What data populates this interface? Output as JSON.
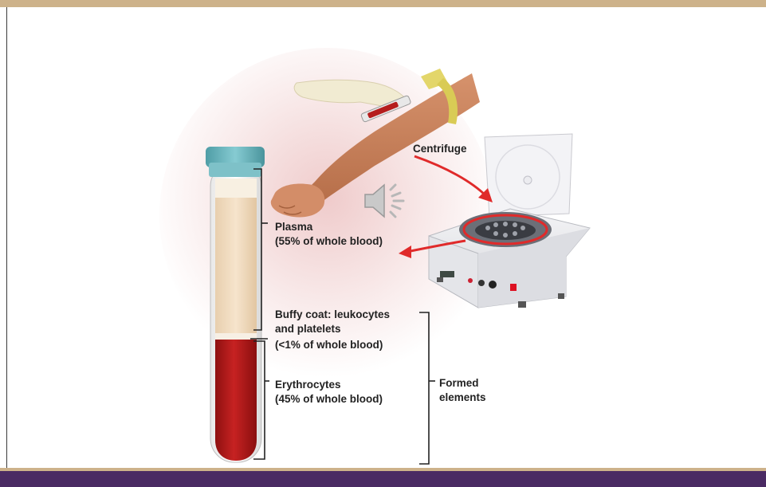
{
  "diagram": {
    "centrifuge_label": "Centrifuge",
    "plasma_title": "Plasma",
    "plasma_pct": "(55% of whole blood)",
    "buffy_line1": "Buffy coat: leukocytes",
    "buffy_line2": "and platelets",
    "buffy_pct": "(<1% of whole blood)",
    "ery_title": "Erythrocytes",
    "ery_pct": "(45% of whole blood)",
    "formed_line1": "Formed",
    "formed_line2": "elements"
  },
  "colors": {
    "top_accent": "#cdb28a",
    "bottom_bar": "#4a2a63",
    "blood_red": "#b01a1a",
    "plasma": "#f2dcc0",
    "cap": "#6fb7bf",
    "arrow_red": "#e02a2a"
  },
  "icons": [
    "speaker-icon"
  ]
}
